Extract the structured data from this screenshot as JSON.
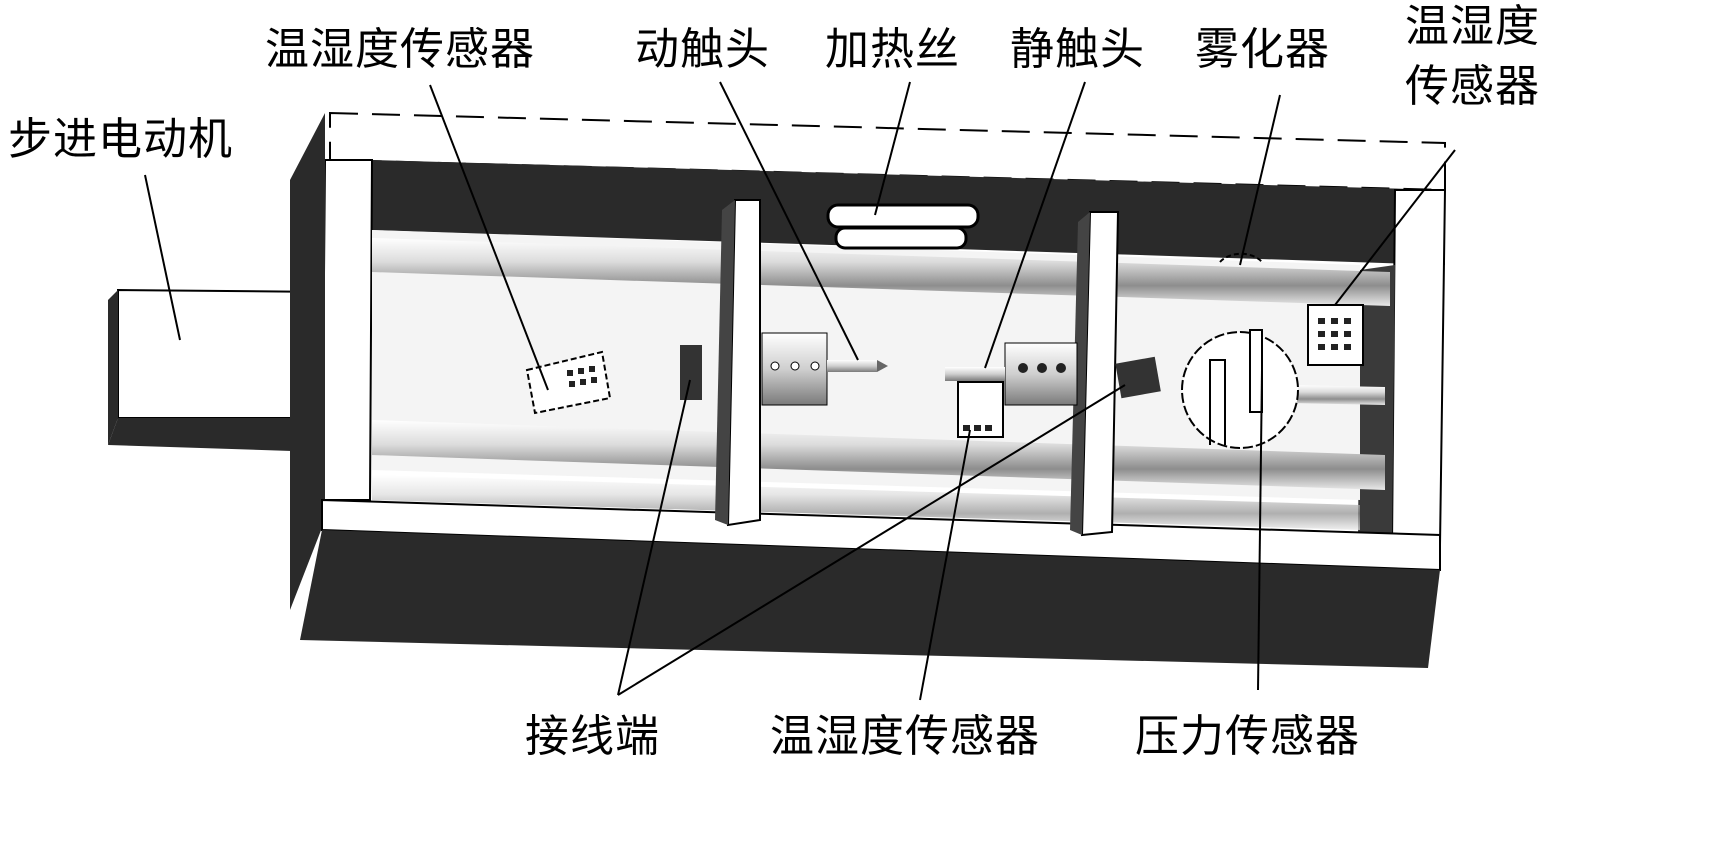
{
  "diagram": {
    "type": "annotated-3d-apparatus-drawing",
    "colors": {
      "dark_panel": "#2a2a2a",
      "body": "#ffffff",
      "line": "#000000",
      "rod_shade": "#9a9a9a"
    },
    "labels": {
      "stepper_motor": "步进电动机",
      "th_sensor_left": "温湿度传感器",
      "moving_contact": "动触头",
      "heating_wire": "加热丝",
      "static_contact": "静触头",
      "atomizer": "雾化器",
      "th_sensor_right_line1": "温湿度",
      "th_sensor_right_line2": "传感器",
      "terminal": "接线端",
      "th_sensor_bottom": "温湿度传感器",
      "pressure_sensor": "压力传感器"
    }
  }
}
